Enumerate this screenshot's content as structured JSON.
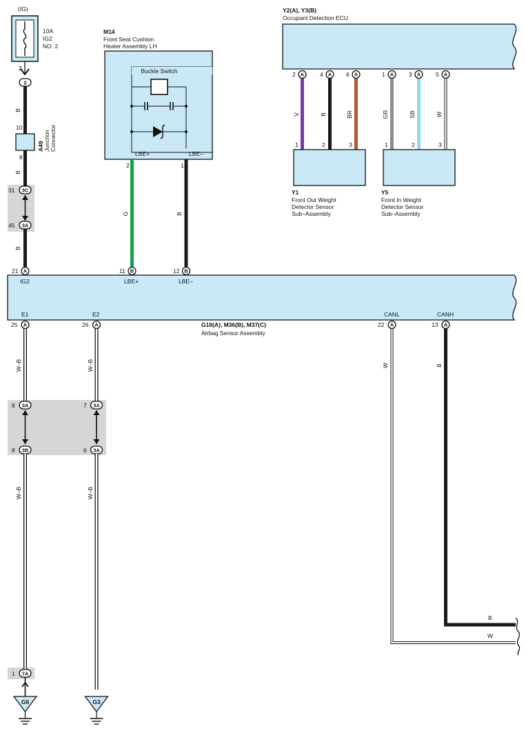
{
  "colors": {
    "box_fill": "#c9e9f6",
    "shade": "#d6d6d6",
    "wire_black": "#1a1a1a",
    "wire_green": "#17a04a",
    "wire_violet": "#7b3aa3",
    "wire_brown": "#b05a35",
    "wire_gray": "#8c8c8c",
    "wire_skyblue": "#8fd8f4"
  },
  "power": {
    "ig": "(IG)",
    "fuse_rating": "10A",
    "fuse_name": "IG2",
    "fuse_no": "NO. 2",
    "fuse_pin": "2",
    "fuse_pin_circle": "2",
    "wire_color": "B"
  },
  "junction": {
    "id": "A49",
    "name1": "Junction",
    "name2": "Connector",
    "pin_top": "10",
    "pin_bottom": "8",
    "wire_color": "B"
  },
  "splice_top": {
    "pin1": "31",
    "conn1": "3C",
    "pin2": "45",
    "conn2": "3A",
    "wire_color": "B"
  },
  "heater": {
    "id": "M14",
    "name1": "Front Seat Cushion",
    "name2": "Heater Assembly LH",
    "switch_label": "Buckle Switch",
    "pin_plus_label": "LBE+",
    "pin_minus_label": "LBE–",
    "pin_plus": "2",
    "pin_minus": "1",
    "wire_plus_color": "G",
    "wire_minus_color": "B"
  },
  "ecu": {
    "id": "Y2(A), Y3(B)",
    "name": "Occupant Detection ECU",
    "pins": [
      {
        "num": "2",
        "conn": "A",
        "wire": "V"
      },
      {
        "num": "4",
        "conn": "A",
        "wire": "B"
      },
      {
        "num": "6",
        "conn": "A",
        "wire": "BR"
      },
      {
        "num": "1",
        "conn": "A",
        "wire": "GR"
      },
      {
        "num": "3",
        "conn": "A",
        "wire": "SB"
      },
      {
        "num": "5",
        "conn": "A",
        "wire": "W"
      }
    ]
  },
  "sensor_out": {
    "id": "Y1",
    "name1": "Front Out Weight",
    "name2": "Detector Sensor",
    "name3": "Sub–Assembly",
    "pins": [
      "1",
      "2",
      "3"
    ]
  },
  "sensor_in": {
    "id": "Y5",
    "name1": "Front In Weight",
    "name2": "Detector Sensor",
    "name3": "Sub–Assembly",
    "pins": [
      "1",
      "2",
      "3"
    ]
  },
  "airbag": {
    "id": "G18(A), M36(B), M37(C)",
    "name": "Airbag Sensor Assembly",
    "top_pins": [
      {
        "num": "21",
        "conn": "A",
        "label": "IG2"
      },
      {
        "num": "11",
        "conn": "B",
        "label": "LBE+"
      },
      {
        "num": "12",
        "conn": "B",
        "label": "LBE–"
      }
    ],
    "bottom_pins": [
      {
        "num": "25",
        "conn": "A",
        "label": "E1",
        "wire": "W–B"
      },
      {
        "num": "26",
        "conn": "A",
        "label": "E2",
        "wire": "W–B"
      },
      {
        "num": "22",
        "conn": "A",
        "label": "CANL",
        "wire": "W"
      },
      {
        "num": "13",
        "conn": "A",
        "label": "CANH",
        "wire": "B"
      }
    ]
  },
  "splice_bottom": {
    "left_top_pin": "8",
    "left_top_conn": "3A",
    "left_bottom_pin": "8",
    "left_bottom_conn": "3B",
    "right_top_pin": "7",
    "right_top_conn": "3A",
    "right_bottom_pin": "6",
    "right_bottom_conn": "3A",
    "wire_color": "W–B"
  },
  "ground": {
    "pin": "1",
    "conn": "7A",
    "g1": "G6",
    "g2": "G3"
  },
  "can_out": {
    "b": "B",
    "w": "W"
  }
}
